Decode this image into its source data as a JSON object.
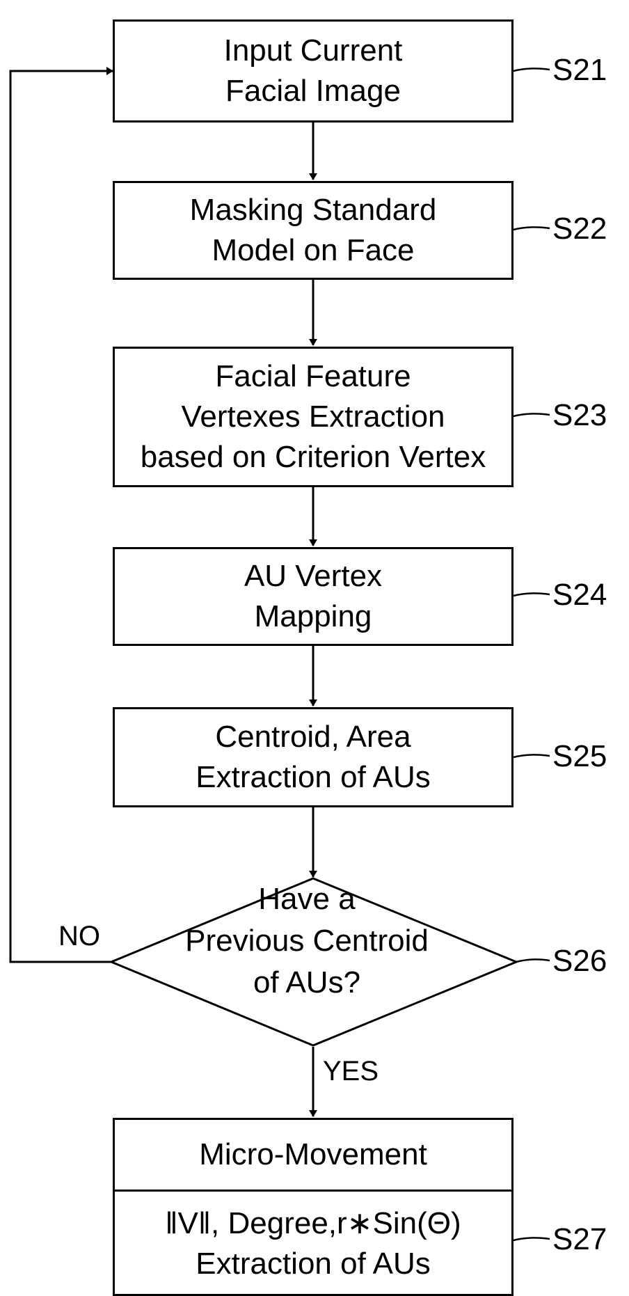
{
  "steps": [
    {
      "id": "S21",
      "label": "S21",
      "lines": [
        "Input Current",
        "Facial Image"
      ]
    },
    {
      "id": "S22",
      "label": "S22",
      "lines": [
        "Masking Standard",
        "Model on Face"
      ]
    },
    {
      "id": "S23",
      "label": "S23",
      "lines": [
        "Facial Feature",
        "Vertexes Extraction",
        "based on Criterion Vertex"
      ]
    },
    {
      "id": "S24",
      "label": "S24",
      "lines": [
        "AU Vertex",
        "Mapping"
      ]
    },
    {
      "id": "S25",
      "label": "S25",
      "lines": [
        "Centroid, Area",
        "Extraction of AUs"
      ]
    }
  ],
  "decision": {
    "label": "S26",
    "lines": [
      "Have a",
      "Previous Centroid",
      "of AUs?"
    ],
    "yes_label": "YES",
    "no_label": "NO"
  },
  "final": {
    "label": "S27",
    "title": "Micro-Movement",
    "lines": [
      "‖V‖, Degree,r∗Sin(Θ)",
      "Extraction of AUs"
    ]
  }
}
